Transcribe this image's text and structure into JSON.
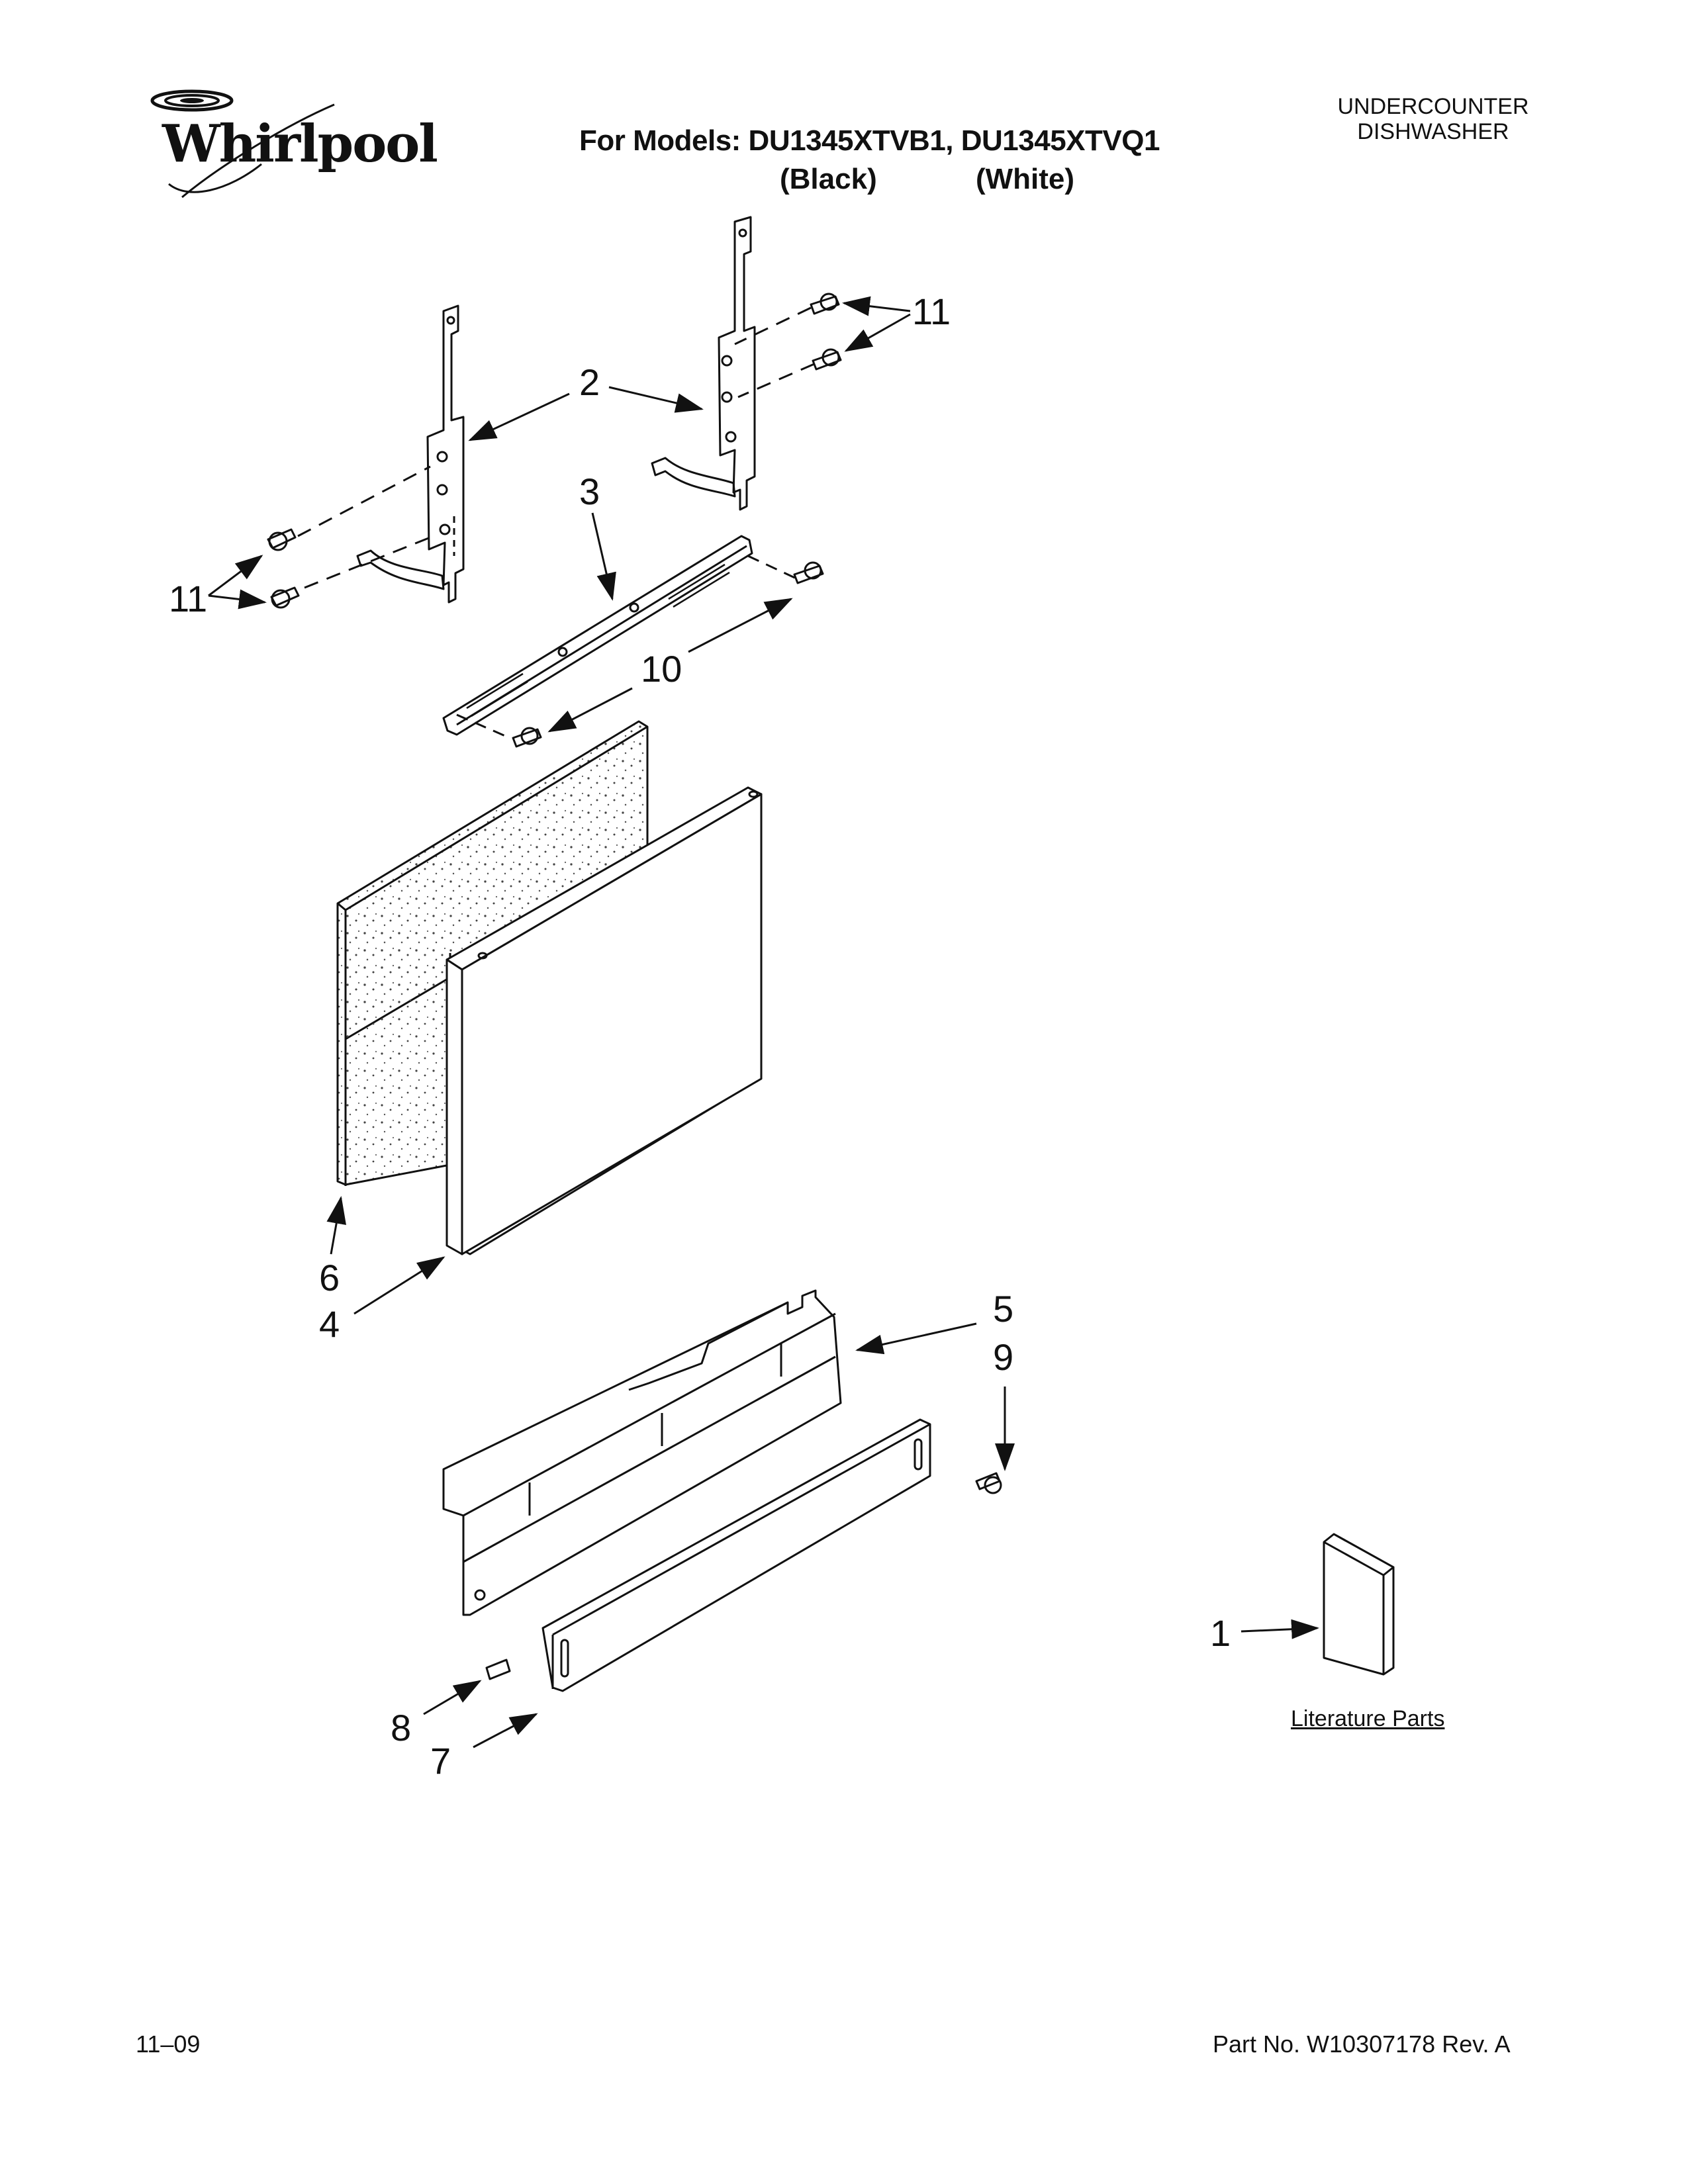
{
  "header": {
    "brand": "Whirlpool",
    "models_line": "For Models: DU1345XTVB1, DU1345XTVQ1",
    "color_black": "(Black)",
    "color_white": "(White)",
    "category_line1": "UNDERCOUNTER",
    "category_line2": "DISHWASHER"
  },
  "callouts": {
    "c11_top": "11",
    "c2": "2",
    "c3": "3",
    "c11_left": "11",
    "c10": "10",
    "c6": "6",
    "c4": "4",
    "c5": "5",
    "c9": "9",
    "c1": "1",
    "c8": "8",
    "c7": "7"
  },
  "literature_label": "Literature Parts",
  "footer": {
    "date": "11–09",
    "part_number": "Part No. W10307178 Rev. A"
  }
}
